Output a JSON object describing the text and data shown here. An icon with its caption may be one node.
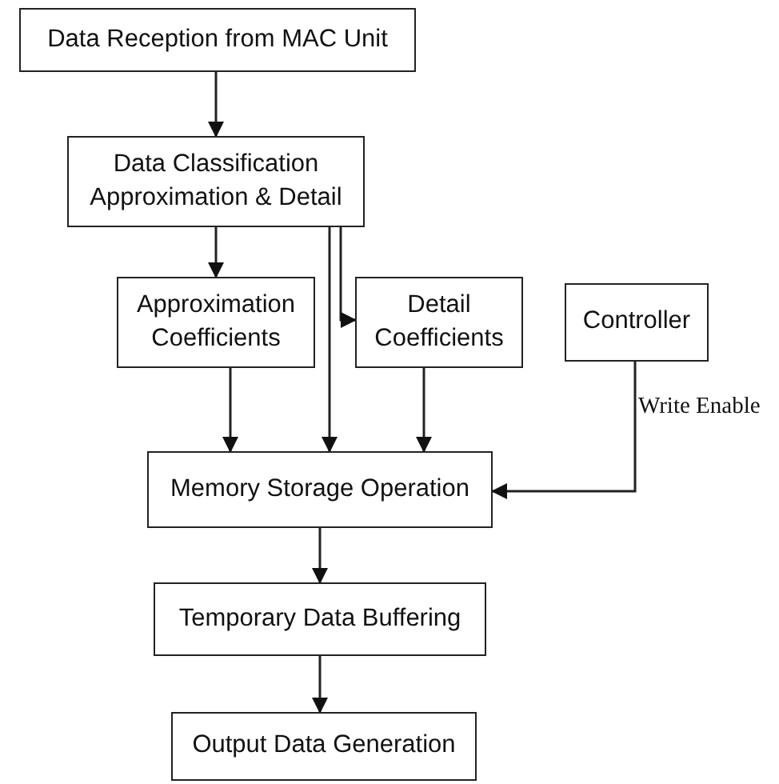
{
  "diagram": {
    "nodes": [
      {
        "text": [
          "Data Reception from MAC Unit"
        ]
      },
      {
        "text": [
          "Data Classification Approximation & Detail"
        ]
      },
      {
        "text": [
          "Approximation Coefficients"
        ]
      },
      {
        "text": [
          "Detail Coefficients"
        ]
      },
      {
        "text": [
          "Controller"
        ]
      },
      {
        "text": [
          "Memory Storage Operation"
        ]
      },
      {
        "text": [
          "Temporary Data Buffering"
        ]
      },
      {
        "text": [
          "Output Data Generation"
        ]
      }
    ],
    "edges": [
      {
        "from": 0,
        "to": 1,
        "arrow": "to"
      },
      {
        "from": 1,
        "to": 2,
        "arrow": "to"
      },
      {
        "from": 1,
        "to": 3,
        "arrow": "to"
      },
      {
        "from": 1,
        "to": 5,
        "arrow": "to"
      },
      {
        "from": 2,
        "to": 5,
        "arrow": "to"
      },
      {
        "from": 3,
        "to": 5,
        "arrow": "to"
      },
      {
        "from": 4,
        "to": 5,
        "arrow": "to",
        "label": "Write Enable"
      },
      {
        "from": 5,
        "to": 6,
        "arrow": "to"
      },
      {
        "from": 6,
        "to": 7,
        "arrow": "to"
      }
    ]
  }
}
